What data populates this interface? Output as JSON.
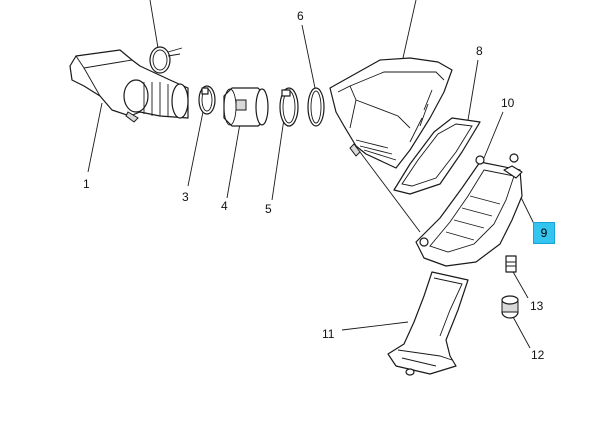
{
  "diagram": {
    "colors": {
      "highlight": "#33c4f0",
      "line": "#1a1a1a",
      "fill": "#ffffff",
      "shade": "#d9d9d9"
    },
    "callouts": [
      {
        "id": "1",
        "label": "1"
      },
      {
        "id": "3",
        "label": "3"
      },
      {
        "id": "4",
        "label": "4"
      },
      {
        "id": "5",
        "label": "5"
      },
      {
        "id": "6",
        "label": "6"
      },
      {
        "id": "8",
        "label": "8"
      },
      {
        "id": "9",
        "label": "9",
        "highlighted": true
      },
      {
        "id": "10",
        "label": "10"
      },
      {
        "id": "11",
        "label": "11"
      },
      {
        "id": "12",
        "label": "12"
      },
      {
        "id": "13",
        "label": "13"
      }
    ]
  }
}
